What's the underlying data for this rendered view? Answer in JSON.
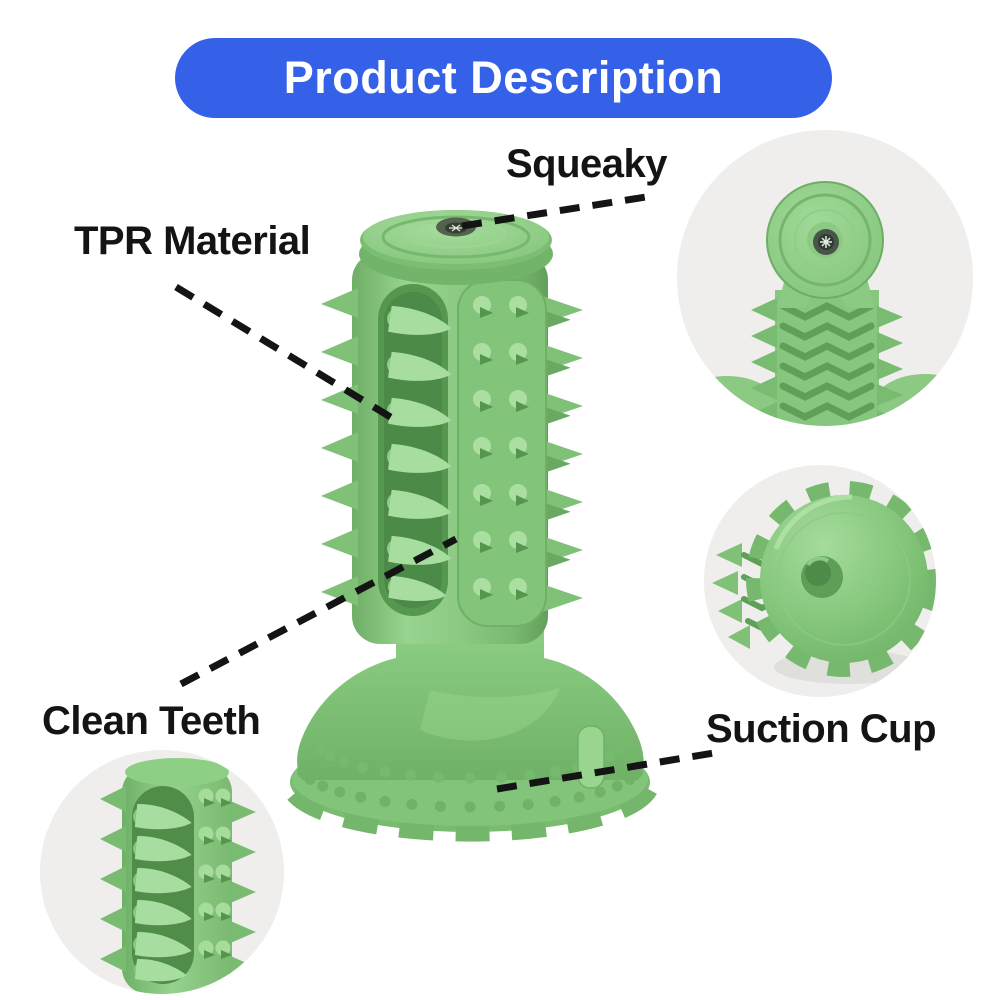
{
  "banner": {
    "title": "Product Description"
  },
  "callouts": {
    "squeaky": {
      "label": "Squeaky"
    },
    "tpr_material": {
      "label": "TPR Material"
    },
    "clean_teeth": {
      "label": "Clean Teeth"
    },
    "suction_cup": {
      "label": "Suction Cup"
    }
  },
  "insets": {
    "squeaky_top": {
      "name": "squeaker-hole-top-close-up"
    },
    "suction_cup": {
      "name": "suction-cup-base-close-up"
    },
    "clean_teeth": {
      "name": "bristle-teeth-texture-close-up"
    }
  },
  "product": {
    "name": "green-toothbrush-chew-toy"
  },
  "colors": {
    "page_bg": "#ffffff",
    "banner_blue": "#3561e9",
    "banner_text": "#ffffff",
    "label_text": "#141414",
    "line_color": "#141414",
    "inset_bg": "#efeeec",
    "toy_green_light": "#a8dda0",
    "toy_green_mid": "#86c67e",
    "toy_green_dark": "#639f5c"
  }
}
